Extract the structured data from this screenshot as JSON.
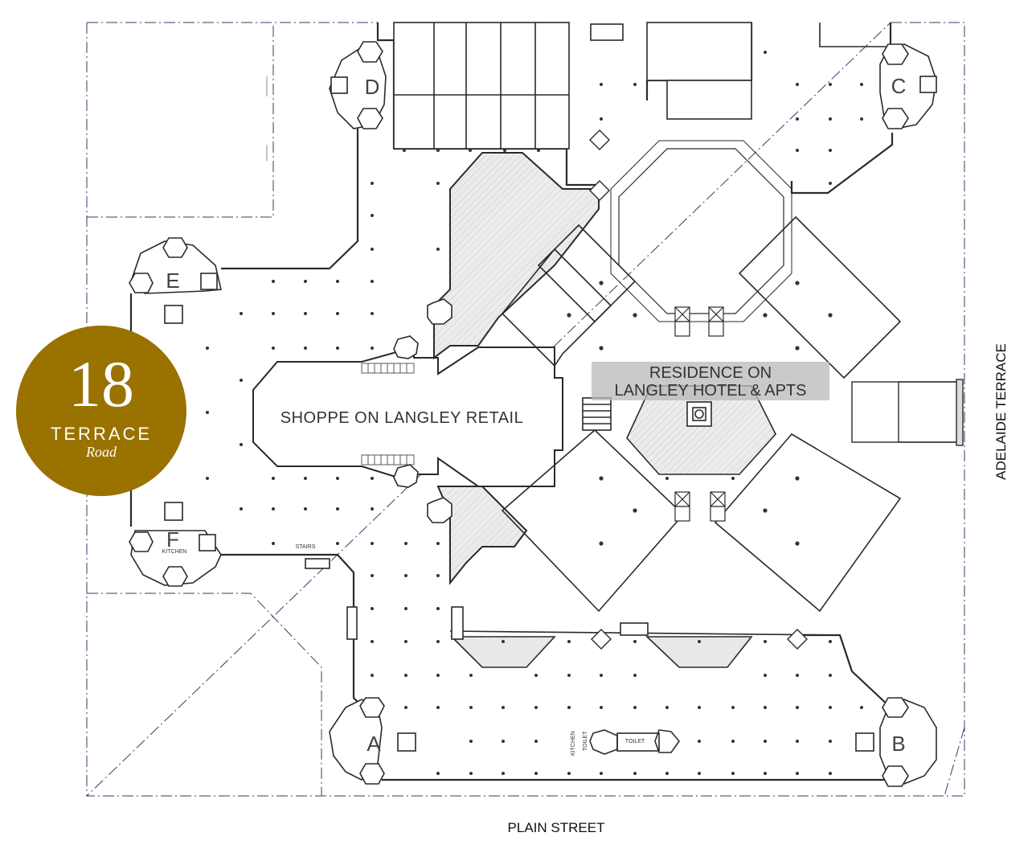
{
  "logo": {
    "number": "18",
    "line1": "TERRACE",
    "line2": "Road",
    "brand_color": "#9a7200"
  },
  "streets": {
    "bottom": "PLAIN STREET",
    "right": "ADELAIDE TERRACE"
  },
  "zones": {
    "retail": "SHOPPE ON LANGLEY RETAIL",
    "residence_line1": "RESIDENCE ON",
    "residence_line2": "LANGLEY HOTEL & APTS"
  },
  "cores": {
    "a": "A",
    "b": "B",
    "c": "C",
    "d": "D",
    "e": "E",
    "f": "F"
  },
  "small_labels": {
    "stairs": "STAIRS",
    "kitchen": "KITCHEN",
    "toilet": "TOILET"
  },
  "colors": {
    "wall": "#2a2a2a",
    "hatch": "#e6e6e6",
    "boundary": "#3a3a6a",
    "residence_band": "#b8b8b8"
  }
}
